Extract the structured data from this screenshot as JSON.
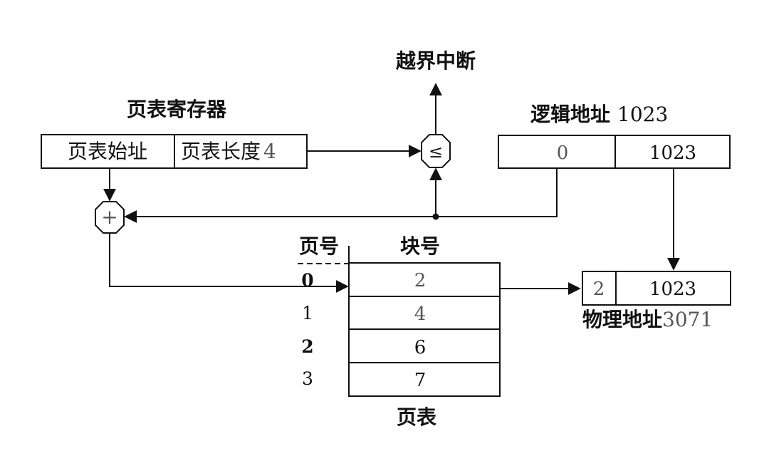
{
  "labels": {
    "overflow_interrupt": "越界中断",
    "page_table_register": "页表寄存器",
    "pt_start_addr": "页表始址",
    "pt_length_label": "页表长度",
    "pt_length_value": "4",
    "logical_address_label": "逻辑地址",
    "logical_address_value": "1023",
    "page_number_header": "页号",
    "block_number_header": "块号",
    "page_table_caption": "页表",
    "physical_address_label": "物理地址",
    "physical_address_value": "3071",
    "compare_symbol": "≤",
    "adder_symbol": "+"
  },
  "logical_address": {
    "page": "0",
    "offset": "1023"
  },
  "physical_address": {
    "block": "2",
    "offset": "1023"
  },
  "page_table": {
    "page_numbers": [
      "0",
      "1",
      "2",
      "3"
    ],
    "block_numbers": [
      "2",
      "4",
      "6",
      "7"
    ]
  }
}
